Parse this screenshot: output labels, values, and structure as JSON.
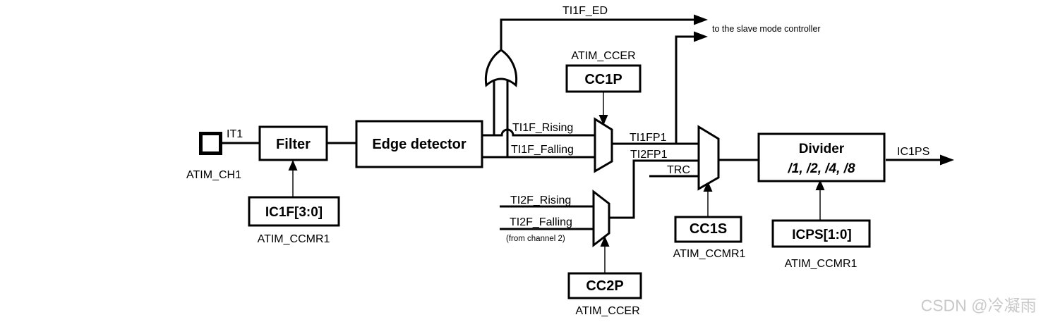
{
  "input_stage": {
    "pad_name": "ATIM_CH1",
    "pin_signal": "IT1",
    "filter_label": "Filter",
    "filter_control_bits": "IC1F[3:0]",
    "filter_control_reg": "ATIM_CCMR1",
    "edge_detector_label": "Edge detector"
  },
  "edge_outputs": {
    "ti1f_ed": "TI1F_ED",
    "slave_note": "to the slave mode controller",
    "rising": "TI1F_Rising",
    "falling": "TI1F_Falling"
  },
  "polarity_mux": {
    "reg": "ATIM_CCER",
    "bit": "CC1P",
    "output": "TI1FP1"
  },
  "channel2": {
    "rising": "TI2F_Rising",
    "falling": "TI2F_Falling",
    "note": "(from channel 2)",
    "bit": "CC2P",
    "reg": "ATIM_CCER",
    "output": "TI2FP1"
  },
  "selector_mux": {
    "trc": "TRC",
    "bit": "CC1S",
    "reg": "ATIM_CCMR1"
  },
  "divider": {
    "label": "Divider",
    "ratios": "/1, /2, /4, /8",
    "bits": "ICPS[1:0]",
    "reg": "ATIM_CCMR1",
    "output": "IC1PS"
  },
  "watermark": {
    "text": "CSDN @冷凝雨",
    "color": "#c9c9c9"
  }
}
